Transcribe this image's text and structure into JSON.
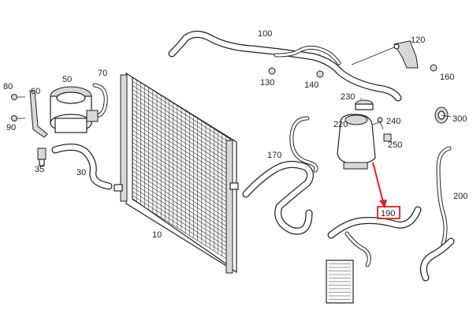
{
  "labels": {
    "p10": "10",
    "p30": "30",
    "p35": "35",
    "p50": "50",
    "p60": "60",
    "p70": "70",
    "p80": "80",
    "p90": "90",
    "p100": "100",
    "p120": "120",
    "p130": "130",
    "p140": "140",
    "p160": "160",
    "p170": "170",
    "p190": "190",
    "p200": "200",
    "p220": "220",
    "p230": "230",
    "p240": "240",
    "p250": "250",
    "p300": "300"
  },
  "highlight": {
    "part": "190",
    "box_color": "#e02020",
    "arrow_color": "#e02020"
  },
  "colors": {
    "line": "#222222",
    "fill": "#d8d8d8",
    "background": "#ffffff"
  }
}
